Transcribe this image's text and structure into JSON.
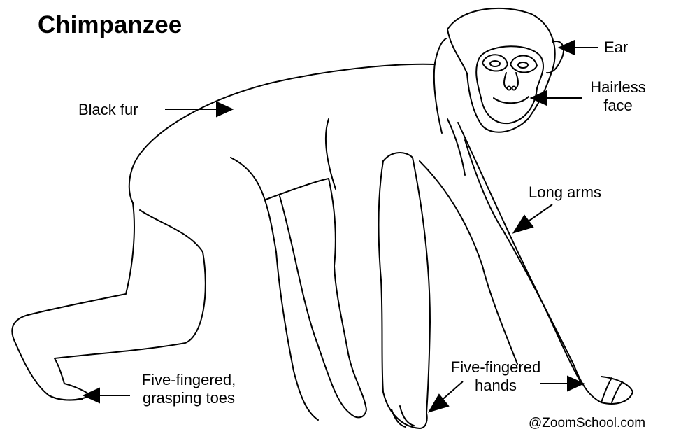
{
  "title": "Chimpanzee",
  "labels": {
    "ear": "Ear",
    "hairless_face_line1": "Hairless",
    "hairless_face_line2": "face",
    "black_fur": "Black fur",
    "long_arms": "Long arms",
    "toes_line1": "Five-fingered,",
    "toes_line2": "grasping toes",
    "hands_line1": "Five-fingered",
    "hands_line2": "hands"
  },
  "credit": "@ZoomSchool.com",
  "colors": {
    "line": "#000000",
    "background": "#ffffff"
  }
}
